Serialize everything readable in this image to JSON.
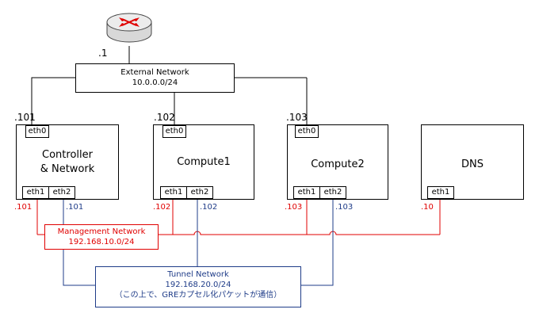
{
  "router": {
    "address": ".1",
    "icon": "router-icon"
  },
  "external": {
    "name": "External Network",
    "subnet": "10.0.0.0/24"
  },
  "management": {
    "name": "Management Network",
    "subnet": "192.168.10.0/24"
  },
  "tunnel": {
    "name": "Tunnel Network",
    "subnet": "192.168.20.0/24",
    "note": "（この上で、GREカプセル化パケットが通信）"
  },
  "nodes": {
    "controller": {
      "line1": "Controller",
      "line2": "&  Network",
      "ext_ip": ".101",
      "eth0": "eth0",
      "eth1": "eth1",
      "eth2": "eth2",
      "mgmt_ip": ".101",
      "tun_ip": ".101"
    },
    "compute1": {
      "name": "Compute1",
      "ext_ip": ".102",
      "eth0": "eth0",
      "eth1": "eth1",
      "eth2": "eth2",
      "mgmt_ip": ".102",
      "tun_ip": ".102"
    },
    "compute2": {
      "name": "Compute2",
      "ext_ip": ".103",
      "eth0": "eth0",
      "eth1": "eth1",
      "eth2": "eth2",
      "mgmt_ip": ".103",
      "tun_ip": ".103"
    },
    "dns": {
      "name": "DNS",
      "eth1": "eth1",
      "mgmt_ip": ".10"
    }
  },
  "colors": {
    "management": "#e00000",
    "tunnel": "#1f3c88",
    "line": "#000000"
  }
}
